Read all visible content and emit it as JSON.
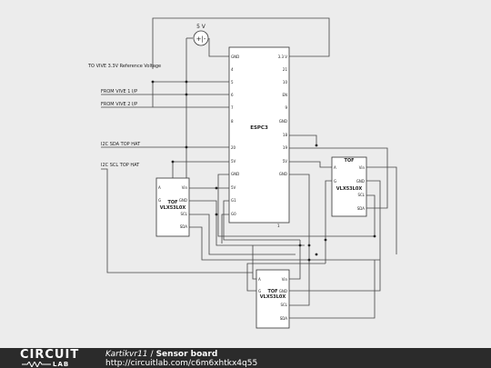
{
  "voltage_source": {
    "label": "5 V",
    "symbol": "+|-"
  },
  "net_labels": {
    "vive_ref": "TO VIVE 3.3V Reference Voltage",
    "vive1": "FROM VIVE 1 I/P",
    "vive2": "FROM VIVE 2 I/P",
    "sda": "I2C SDA TOP HAT",
    "scl": "I2C SCL TOP HAT"
  },
  "esp32": {
    "name": "ESPC3",
    "left_pins": [
      "GND",
      "4",
      "5",
      "6",
      "7",
      "8",
      "20",
      "5V",
      "GND",
      "5V",
      "G1",
      "G0"
    ],
    "right_pins": [
      "3.3 V",
      "21",
      "10",
      "EN",
      "9",
      "GND",
      "18",
      "19",
      "5V",
      "GND"
    ],
    "bottom_mark": "1"
  },
  "tof_chip": {
    "name_line1": "TOF",
    "name_line2": "VLX53L0X",
    "pin_a": "A",
    "pin_g": "G",
    "pin_vin": "Vin",
    "pin_gnd": "GND",
    "pin_scl": "SCL",
    "pin_sda": "SDA"
  },
  "footer": {
    "logo_main": "CIRCUIT",
    "logo_sub": "LAB",
    "author": "Kartikvr11",
    "separator": "/",
    "title": "Sensor board",
    "url": "http://circuitlab.com/c6m6xhtkx4q55"
  }
}
